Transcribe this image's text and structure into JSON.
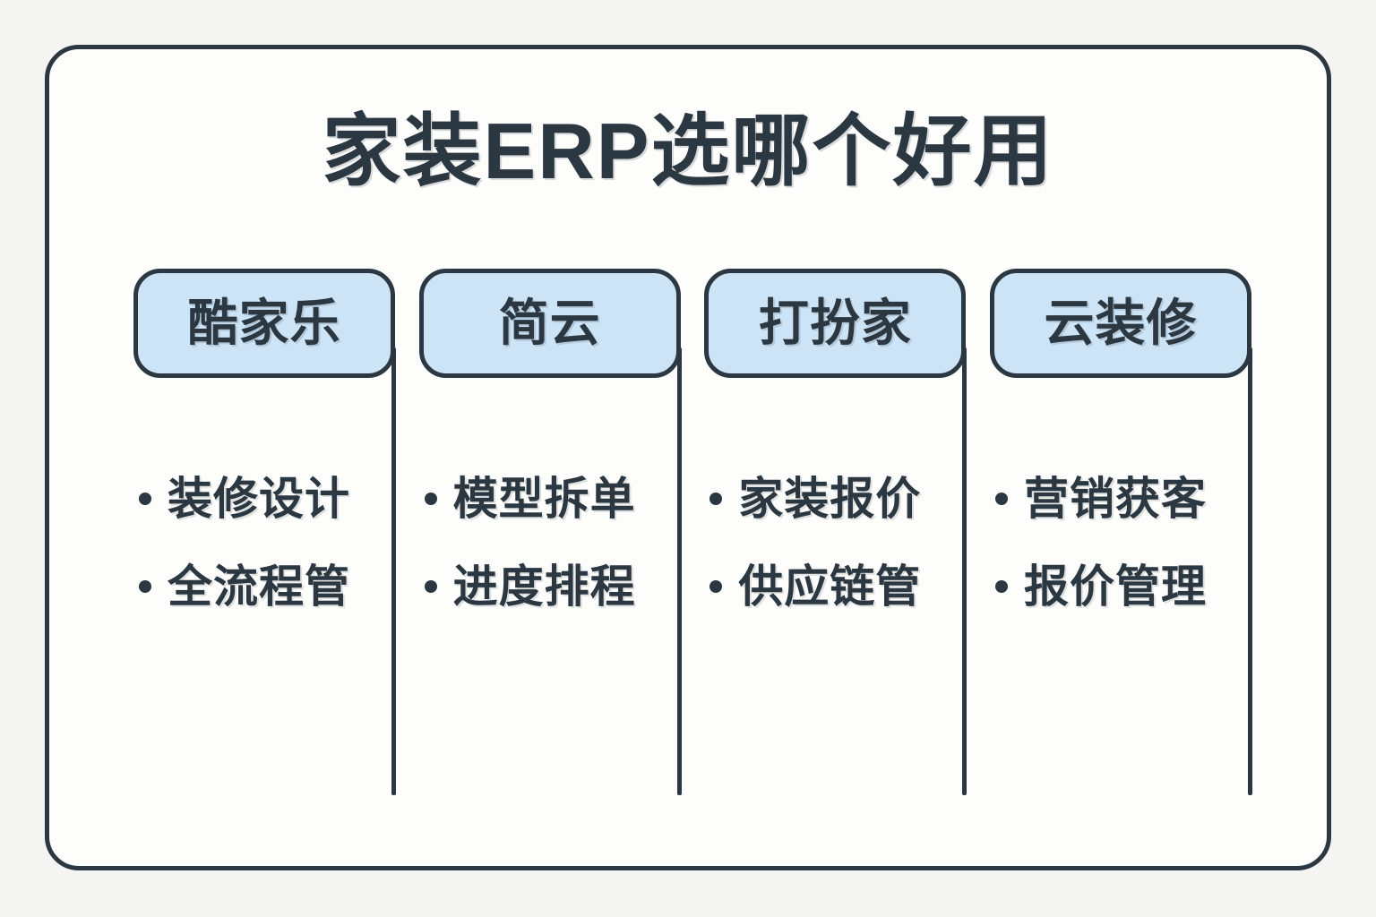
{
  "page": {
    "background_color": "#f4f4f2",
    "card_background_color": "#fdfdfc",
    "ink_color": "#2b3741",
    "accent_color": "#cde4f7"
  },
  "title": "家装ERP选哪个好用",
  "columns": [
    {
      "pill_label": "酷家乐",
      "features": [
        "装修设计",
        "全流程管"
      ]
    },
    {
      "pill_label": "简云",
      "features": [
        "模型拆单",
        "进度排程"
      ]
    },
    {
      "pill_label": "打扮家",
      "features": [
        "家装报价",
        "供应链管"
      ]
    },
    {
      "pill_label": "云装修",
      "features": [
        "营销获客",
        "报价管理"
      ]
    }
  ]
}
